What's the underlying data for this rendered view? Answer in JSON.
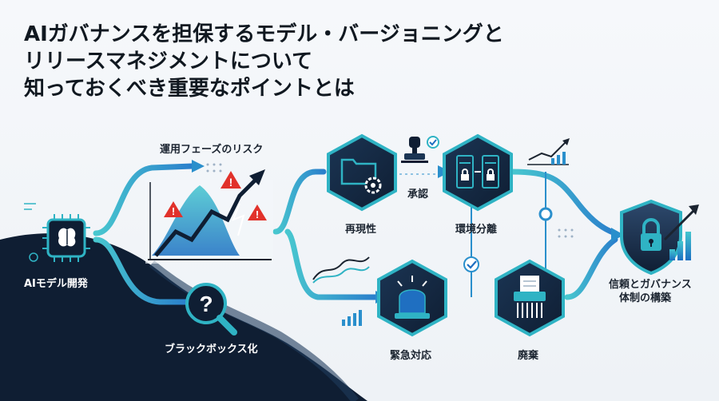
{
  "title": {
    "line1": "AIガバナンスを担保するモデル・バージョニングと",
    "line2": "リリースマネジメントについて",
    "line3": "知っておくべき重要なポイントとは"
  },
  "labels": {
    "ai_dev": "AIモデル開発",
    "ops_risk": "運用フェーズのリスク",
    "black_box": "ブラックボックス化",
    "reproducibility": "再現性",
    "approval": "承認",
    "env_separation": "環境分離",
    "emergency": "緊急対応",
    "disposal": "廃棄",
    "trust_line1": "信頼とガバナンス",
    "trust_line2": "体制の構築"
  },
  "colors": {
    "navy": "#0f1e33",
    "teal": "#2fb3c4",
    "blue": "#1f6fc1",
    "hex_fill": "#16283f",
    "red": "#e1322b"
  },
  "icons": [
    "brain-chip-icon",
    "magnifier-question-icon",
    "rising-chart-icon",
    "folder-gear-icon",
    "stamp-icon",
    "server-lock-icon",
    "siren-icon",
    "shredder-icon",
    "shield-lock-icon"
  ]
}
